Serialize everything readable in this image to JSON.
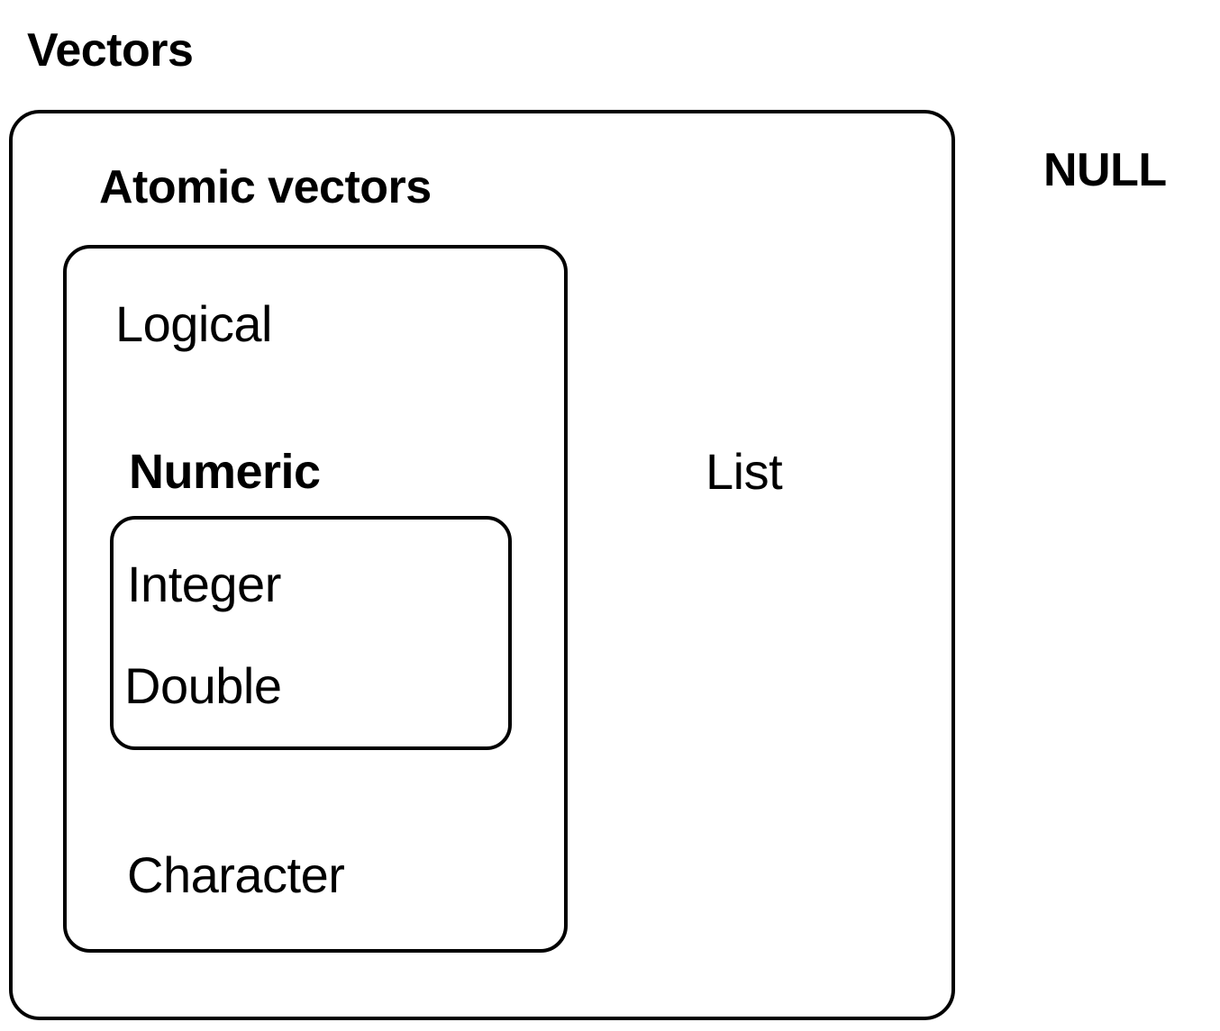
{
  "diagram": {
    "title": "Vectors",
    "outside_label": "NULL",
    "boxes": {
      "vectors": {
        "name": "Vectors",
        "title_position": "above-left-outside"
      },
      "atomic_vectors": {
        "name": "Atomic vectors",
        "title_position": "inside-top-left"
      },
      "numeric": {
        "name": "Numeric",
        "title_position": "above-inside-box"
      }
    },
    "items": {
      "logical": "Logical",
      "numeric": "Numeric",
      "integer": "Integer",
      "double": "Double",
      "character": "Character",
      "list": "List",
      "null": "NULL"
    },
    "colors": {
      "stroke": "#000000",
      "background": "#ffffff",
      "text": "#000000"
    }
  }
}
